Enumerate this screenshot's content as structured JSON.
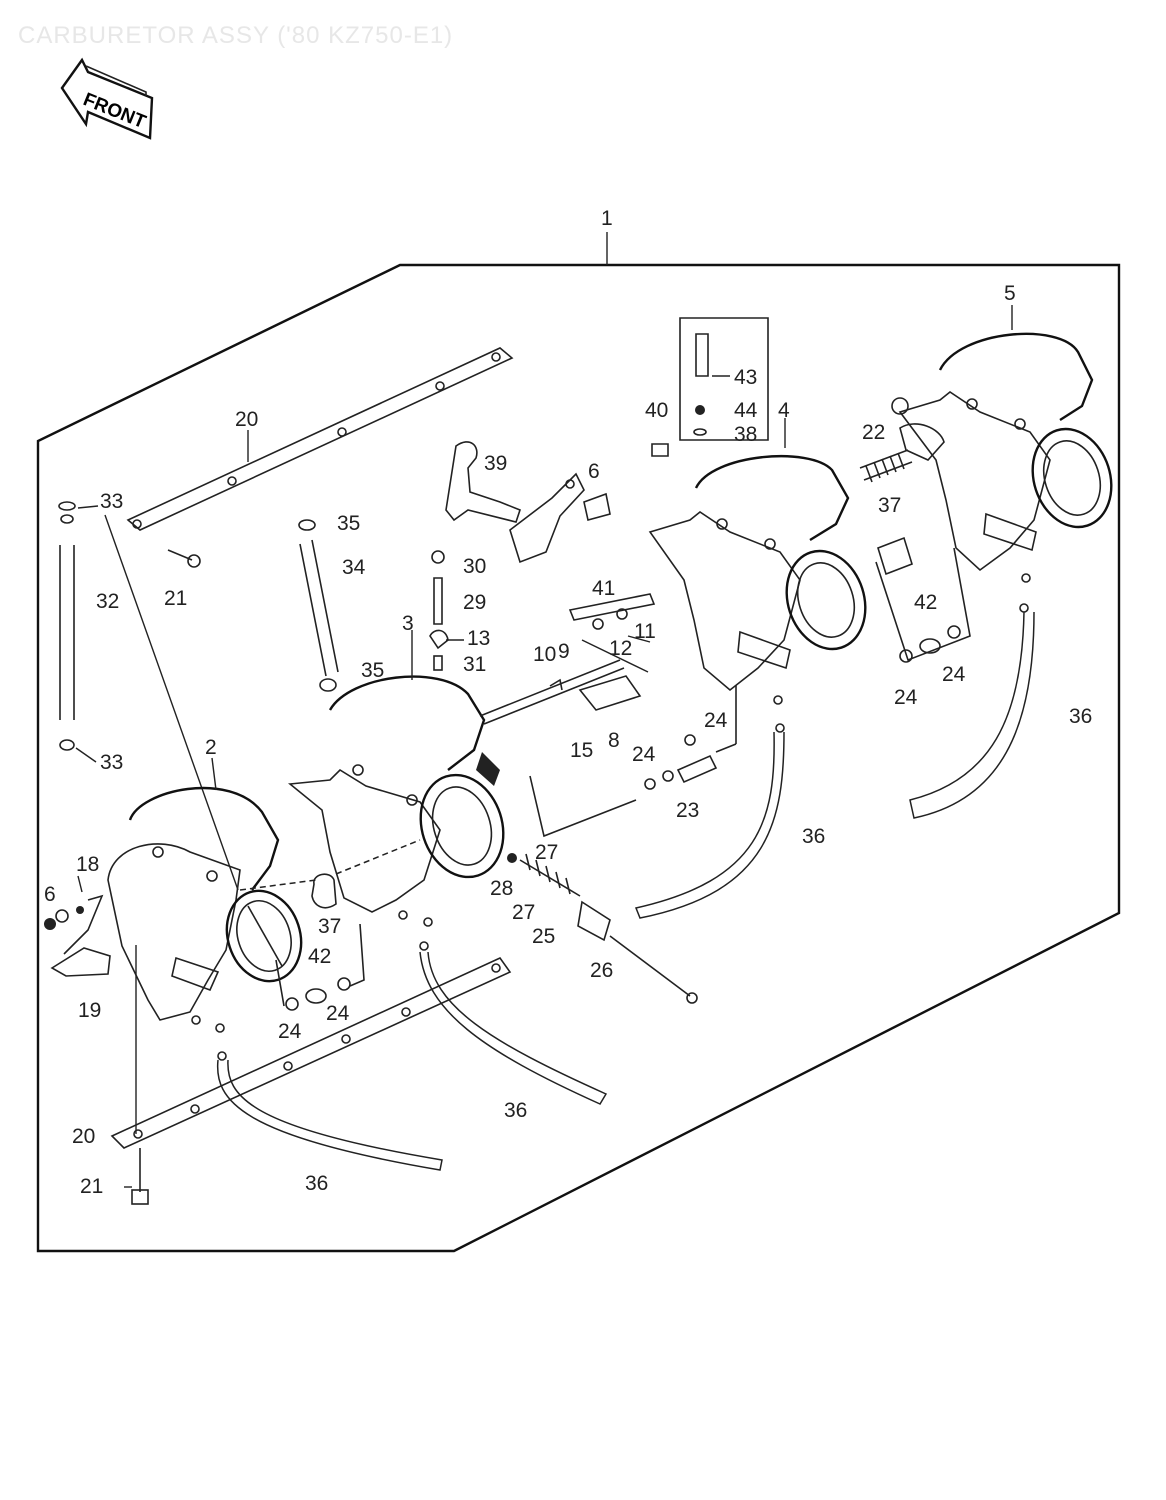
{
  "title": "CARBURETOR ASSY ('80 KZ750-E1)",
  "front_badge": "FRONT",
  "labels": [
    {
      "id": "l1",
      "text": "1"
    },
    {
      "id": "l5",
      "text": "5"
    },
    {
      "id": "l43",
      "text": "43"
    },
    {
      "id": "l40",
      "text": "40"
    },
    {
      "id": "l44",
      "text": "44"
    },
    {
      "id": "l4",
      "text": "4"
    },
    {
      "id": "l38",
      "text": "38"
    },
    {
      "id": "l22",
      "text": "22"
    },
    {
      "id": "l20a",
      "text": "20"
    },
    {
      "id": "l39",
      "text": "39"
    },
    {
      "id": "l6a",
      "text": "6"
    },
    {
      "id": "l37a",
      "text": "37"
    },
    {
      "id": "l33a",
      "text": "33"
    },
    {
      "id": "l35a",
      "text": "35"
    },
    {
      "id": "l34",
      "text": "34"
    },
    {
      "id": "l30",
      "text": "30"
    },
    {
      "id": "l21a",
      "text": "21"
    },
    {
      "id": "l32",
      "text": "32"
    },
    {
      "id": "l29",
      "text": "29"
    },
    {
      "id": "l41",
      "text": "41"
    },
    {
      "id": "l42a",
      "text": "42"
    },
    {
      "id": "l3",
      "text": "3"
    },
    {
      "id": "l13",
      "text": "13"
    },
    {
      "id": "l11",
      "text": "11"
    },
    {
      "id": "l12",
      "text": "12"
    },
    {
      "id": "l10",
      "text": "10"
    },
    {
      "id": "l9",
      "text": "9"
    },
    {
      "id": "l35b",
      "text": "35"
    },
    {
      "id": "l31",
      "text": "31"
    },
    {
      "id": "l24a",
      "text": "24"
    },
    {
      "id": "l24b",
      "text": "24"
    },
    {
      "id": "l36a",
      "text": "36"
    },
    {
      "id": "l24c",
      "text": "24"
    },
    {
      "id": "l2",
      "text": "2"
    },
    {
      "id": "l15",
      "text": "15"
    },
    {
      "id": "l8",
      "text": "8"
    },
    {
      "id": "l24d",
      "text": "24"
    },
    {
      "id": "l33b",
      "text": "33"
    },
    {
      "id": "l23",
      "text": "23"
    },
    {
      "id": "l36b",
      "text": "36"
    },
    {
      "id": "l27a",
      "text": "27"
    },
    {
      "id": "l18",
      "text": "18"
    },
    {
      "id": "l28",
      "text": "28"
    },
    {
      "id": "l6b",
      "text": "6"
    },
    {
      "id": "l27b",
      "text": "27"
    },
    {
      "id": "l37b",
      "text": "37"
    },
    {
      "id": "l25",
      "text": "25"
    },
    {
      "id": "l42b",
      "text": "42"
    },
    {
      "id": "l26",
      "text": "26"
    },
    {
      "id": "l19",
      "text": "19"
    },
    {
      "id": "l24e",
      "text": "24"
    },
    {
      "id": "l24f",
      "text": "24"
    },
    {
      "id": "l36c",
      "text": "36"
    },
    {
      "id": "l20b",
      "text": "20"
    },
    {
      "id": "l21b",
      "text": "21"
    },
    {
      "id": "l36d",
      "text": "36"
    }
  ]
}
